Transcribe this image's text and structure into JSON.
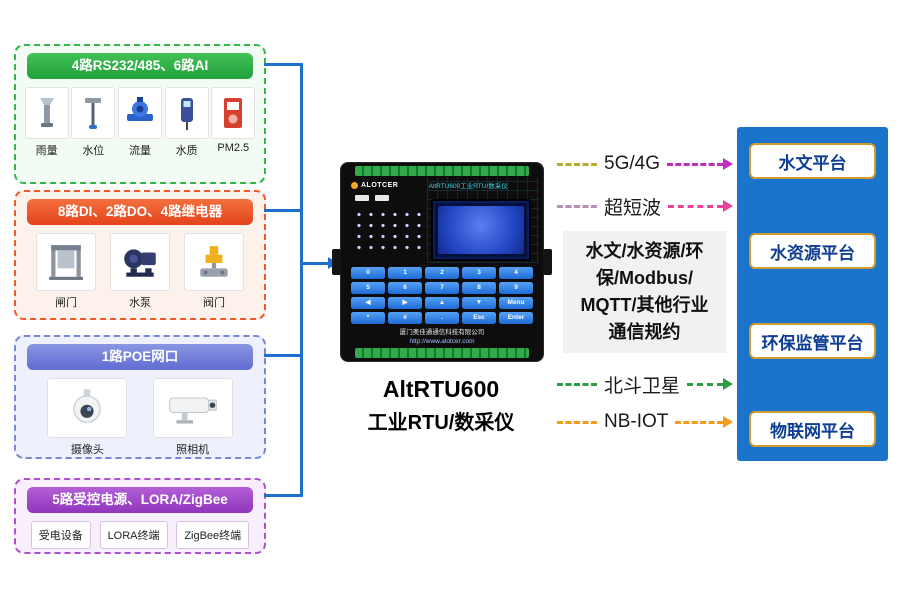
{
  "colors": {
    "connector_blue": "#1d6fd0",
    "group_green": "#35b44a",
    "group_red": "#f1592a",
    "group_blue_purple": "#7a86d8",
    "group_purple": "#ae52cc",
    "platform_bg": "#1b74cc",
    "platform_border_gold": "#cf9a2f",
    "platform_text_blue": "#0e3e93",
    "link_5g_magenta": "#bf2fbf",
    "link_uhf_pink": "#e8439a",
    "link_beidou_green": "#2e9e44",
    "link_nbiot_orange": "#f29b1d"
  },
  "groups": [
    {
      "title": "4路RS232/485、6路AI",
      "items": [
        {
          "label": "雨量",
          "icon": "rain-gauge-icon"
        },
        {
          "label": "水位",
          "icon": "water-level-icon"
        },
        {
          "label": "流量",
          "icon": "flow-meter-icon"
        },
        {
          "label": "水质",
          "icon": "water-quality-icon"
        },
        {
          "label": "PM2.5",
          "icon": "pm25-sensor-icon"
        }
      ]
    },
    {
      "title": "8路DI、2路DO、4路继电器",
      "items": [
        {
          "label": "闸门",
          "icon": "gate-icon"
        },
        {
          "label": "水泵",
          "icon": "pump-icon"
        },
        {
          "label": "阀门",
          "icon": "valve-icon"
        }
      ]
    },
    {
      "title": "1路POE网口",
      "items": [
        {
          "label": "摄像头",
          "icon": "dome-camera-icon"
        },
        {
          "label": "照相机",
          "icon": "box-camera-icon"
        }
      ]
    },
    {
      "title": "5路受控电源、LORA/ZigBee",
      "items": [
        {
          "label": "受电设备"
        },
        {
          "label": "LORA终端"
        },
        {
          "label": "ZigBee终端"
        }
      ]
    }
  ],
  "device": {
    "brand": "ALOTCER",
    "panel_title": "AltRTU600工业RTU/数采仪",
    "company": "厦门奥佳通通信科技有限公司",
    "website": "http://www.alotcer.com",
    "model_title": "AltRTU600",
    "subtitle": "工业RTU/数采仪",
    "keypad": [
      "0",
      "1",
      "2",
      "3",
      "4",
      "5",
      "6",
      "7",
      "8",
      "9",
      "◀",
      "▶",
      "▲",
      "▼",
      "Menu",
      "*",
      "#",
      ".",
      "Esc",
      "Enter"
    ]
  },
  "links": [
    {
      "label": "5G/4G"
    },
    {
      "label": "超短波"
    },
    {
      "label": "北斗卫星"
    },
    {
      "label": "NB-IOT"
    }
  ],
  "protocol_box": {
    "lines": [
      "水文/水资源/环",
      "保/Modbus/",
      "MQTT/其他行业",
      "通信规约"
    ]
  },
  "platforms": [
    {
      "label": "水文平台"
    },
    {
      "label": "水资源平台"
    },
    {
      "label": "环保监管平台"
    },
    {
      "label": "物联网平台"
    }
  ]
}
